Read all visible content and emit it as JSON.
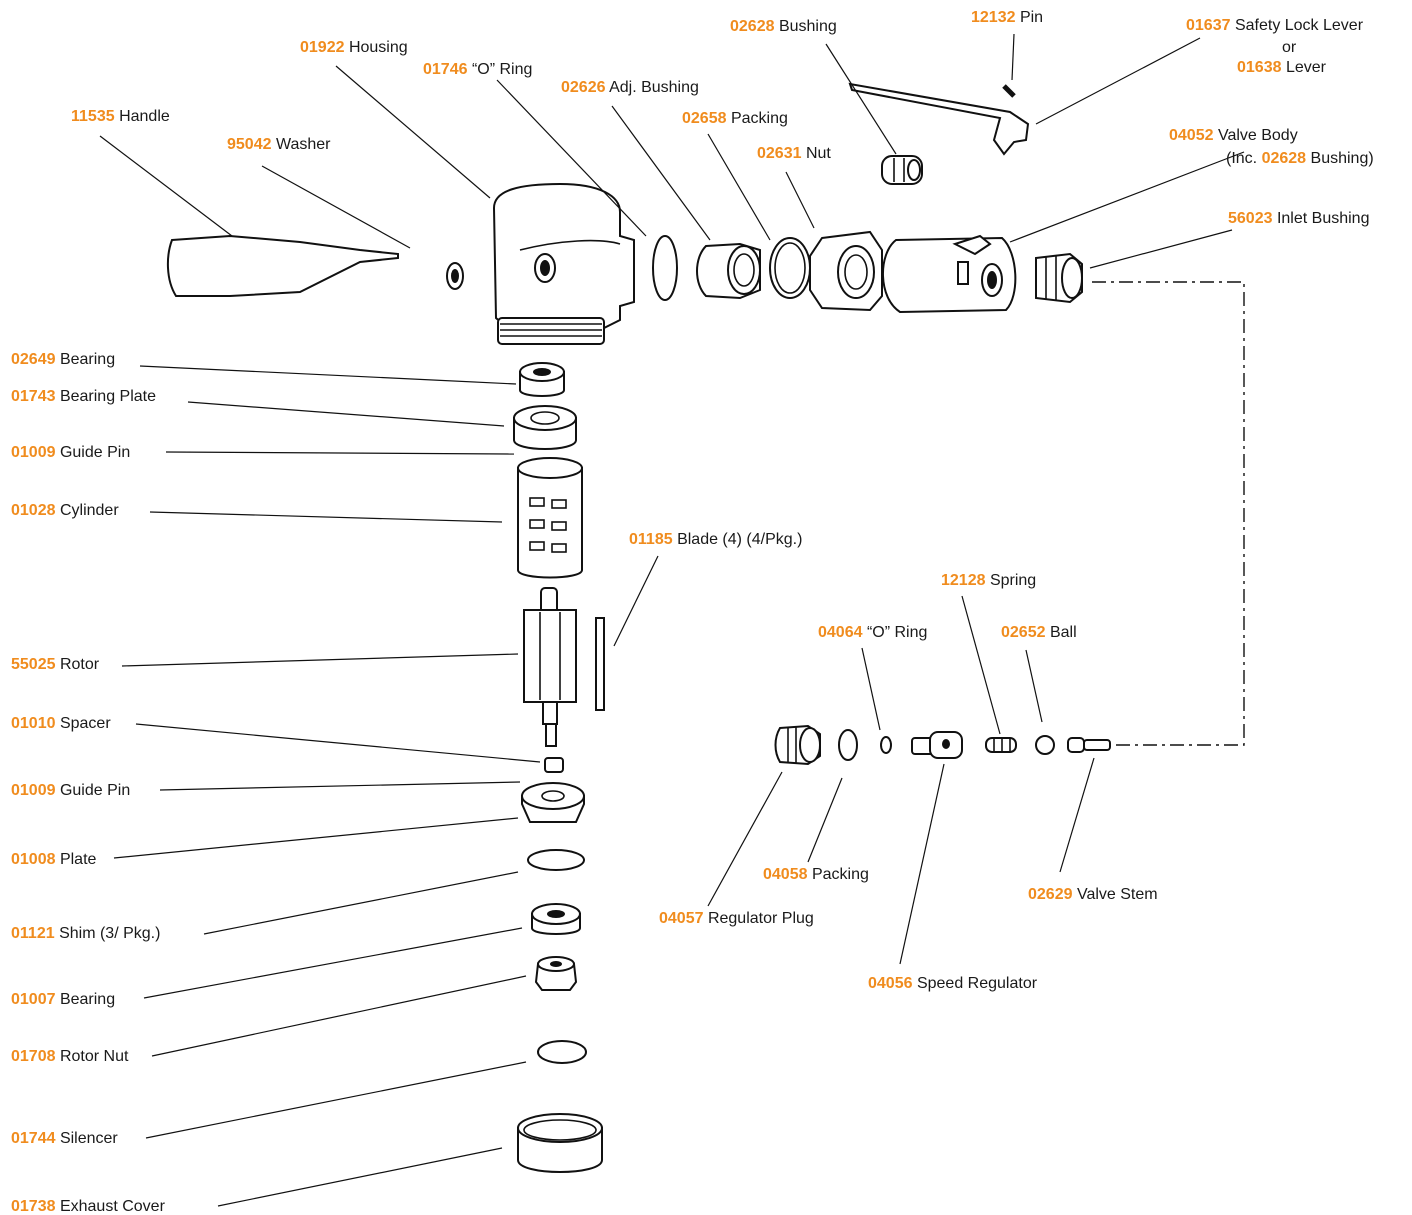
{
  "colors": {
    "part_number": "#f08c1e",
    "text": "#1a1a1a",
    "line": "#111111"
  },
  "labels": {
    "l01922": {
      "num": "01922",
      "name": "Housing"
    },
    "l01746": {
      "num": "01746",
      "name": "“O” Ring"
    },
    "l02626": {
      "num": "02626",
      "name": "Adj. Bushing"
    },
    "l02628": {
      "num": "02628",
      "name": "Bushing"
    },
    "l12132": {
      "num": "12132",
      "name": "Pin"
    },
    "l01637": {
      "num": "01637",
      "name": "Safety Lock Lever",
      "or": "or",
      "num2": "01638",
      "name2": "Lever"
    },
    "l11535": {
      "num": "11535",
      "name": "Handle"
    },
    "l95042": {
      "num": "95042",
      "name": "Washer"
    },
    "l02658": {
      "num": "02658",
      "name": "Packing"
    },
    "l02631": {
      "num": "02631",
      "name": "Nut"
    },
    "l04052": {
      "num": "04052",
      "name": "Valve Body",
      "inc_prefix": "(Inc.",
      "inc_num": "02628",
      "inc_suffix": "Bushing)"
    },
    "l56023": {
      "num": "56023",
      "name": "Inlet Bushing"
    },
    "l02649": {
      "num": "02649",
      "name": "Bearing"
    },
    "l01743": {
      "num": "01743",
      "name": "Bearing Plate"
    },
    "l01009a": {
      "num": "01009",
      "name": "Guide Pin"
    },
    "l01028": {
      "num": "01028",
      "name": "Cylinder"
    },
    "l01185": {
      "num": "01185",
      "name": "Blade (4) (4/Pkg.)"
    },
    "l12128": {
      "num": "12128",
      "name": "Spring"
    },
    "l04064": {
      "num": "04064",
      "name": "“O” Ring"
    },
    "l02652": {
      "num": "02652",
      "name": "Ball"
    },
    "l55025": {
      "num": "55025",
      "name": "Rotor"
    },
    "l01010": {
      "num": "01010",
      "name": "Spacer"
    },
    "l01009b": {
      "num": "01009",
      "name": "Guide Pin"
    },
    "l01008": {
      "num": "01008",
      "name": "Plate"
    },
    "l04058": {
      "num": "04058",
      "name": "Packing"
    },
    "l02629": {
      "num": "02629",
      "name": "Valve Stem"
    },
    "l04057": {
      "num": "04057",
      "name": "Regulator Plug"
    },
    "l01121": {
      "num": "01121",
      "name": "Shim (3/ Pkg.)"
    },
    "l04056": {
      "num": "04056",
      "name": "Speed Regulator"
    },
    "l01007": {
      "num": "01007",
      "name": "Bearing"
    },
    "l01708": {
      "num": "01708",
      "name": "Rotor Nut"
    },
    "l01744": {
      "num": "01744",
      "name": "Silencer"
    },
    "l01738": {
      "num": "01738",
      "name": "Exhaust Cover"
    }
  }
}
